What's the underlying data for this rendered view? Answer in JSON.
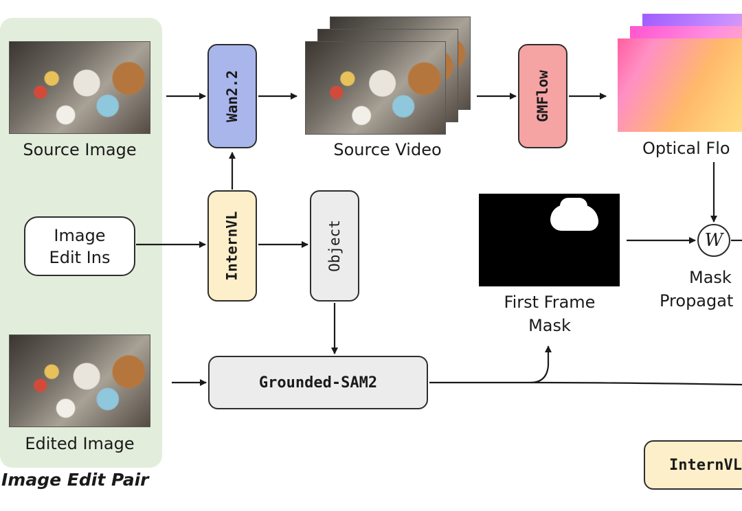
{
  "left_panel": {
    "source_caption": "Source Image",
    "edited_caption": "Edited Image",
    "pair_title": "Image Edit Pair",
    "instruction_line1": "Image",
    "instruction_line2": "Edit Ins"
  },
  "modules": {
    "wan": "Wan2.2",
    "internvl": "InternVL",
    "object": "Object",
    "gmflow": "GMFlow",
    "grounded_sam": "Grounded-SAM2",
    "internvl_bottom": "InternVL"
  },
  "outputs": {
    "source_video": "Source Video",
    "optical_flow": "Optical Flo",
    "first_frame_line1": "First Frame",
    "first_frame_line2": "Mask",
    "mask_prop_line1": "Mask",
    "mask_prop_line2": "Propagat",
    "warp_symbol": "W"
  },
  "colors": {
    "panel_bg": "#e3eddc",
    "wan": "#a9b6ec",
    "internvl": "#fcefc9",
    "object": "#ececec",
    "gmflow": "#f5a3a3",
    "grounded_sam": "#ececec"
  }
}
